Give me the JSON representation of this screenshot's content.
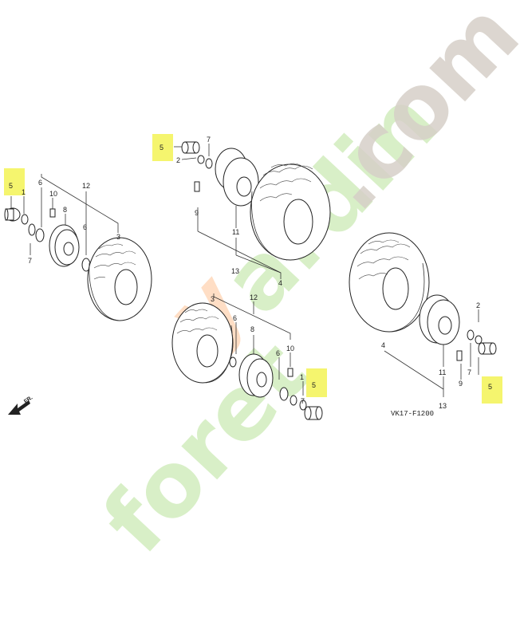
{
  "watermark": {
    "part1": "foret",
    "letter_y": "y",
    "part2": "ardin",
    "part3": ".com"
  },
  "diagram": {
    "code": "VK17-F1200",
    "fr_label": "FR.",
    "highlight_color": "#f5f56e",
    "labels": {
      "l5": "5",
      "l1": "1",
      "l10": "10",
      "l6": "6",
      "l8": "8",
      "l12": "12",
      "l3": "3",
      "l7": "7",
      "l2": "2",
      "l9": "9",
      "l11": "11",
      "l13": "13",
      "l4": "4"
    }
  }
}
